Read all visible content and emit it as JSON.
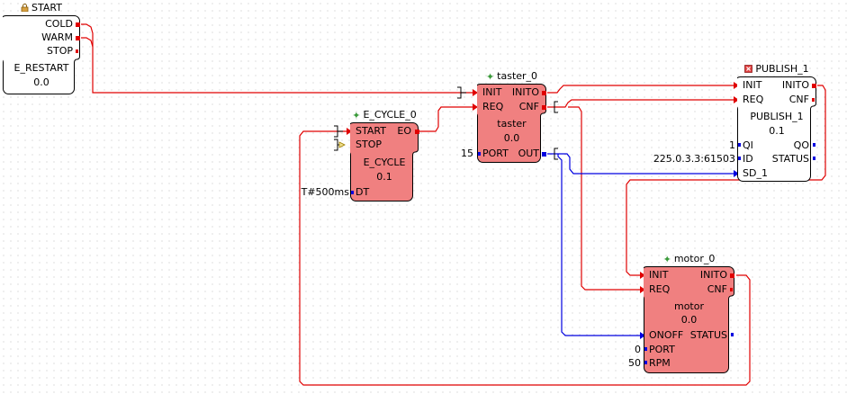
{
  "colors": {
    "event_wire": "#e00000",
    "data_wire": "#0000e0",
    "fb_fill": "#f08080",
    "start_fill": "#ffffff",
    "grid_dot": "#c8c8c8"
  },
  "blocks": {
    "start": {
      "title": "START",
      "title_icon": "lock-icon",
      "outputs": [
        "COLD",
        "WARM",
        "STOP"
      ],
      "type_name": "E_RESTART",
      "version": "0.0"
    },
    "e_cycle": {
      "title": "E_CYCLE_0",
      "title_icon": "plus-icon",
      "inputs": [
        "START",
        "STOP"
      ],
      "outputs": [
        "EO"
      ],
      "type_name": "E_CYCLE",
      "version": "0.1",
      "data_inputs": [
        "DT"
      ],
      "params": [
        "T#500ms"
      ]
    },
    "taster": {
      "title": "taster_0",
      "title_icon": "plus-icon",
      "inputs": [
        "INIT",
        "REQ"
      ],
      "outputs": [
        "INITO",
        "CNF"
      ],
      "type_name": "taster",
      "version": "0.0",
      "data_inputs": [
        "PORT"
      ],
      "data_outputs": [
        "OUT"
      ],
      "params": [
        "15"
      ]
    },
    "publish": {
      "title": "PUBLISH_1",
      "title_icon": "close-box-icon",
      "inputs": [
        "INIT",
        "REQ"
      ],
      "outputs": [
        "INITO",
        "CNF"
      ],
      "type_name": "PUBLISH_1",
      "version": "0.1",
      "data_inputs": [
        "QI",
        "ID",
        "SD_1"
      ],
      "data_outputs": [
        "QO",
        "STATUS"
      ],
      "params": [
        "1",
        "225.0.3.3:61503"
      ]
    },
    "motor": {
      "title": "motor_0",
      "title_icon": "plus-icon",
      "inputs": [
        "INIT",
        "REQ"
      ],
      "outputs": [
        "INITO",
        "CNF"
      ],
      "type_name": "motor",
      "version": "0.0",
      "data_inputs": [
        "ONOFF",
        "PORT",
        "RPM"
      ],
      "data_outputs": [
        "STATUS"
      ],
      "params": [
        "0",
        "50"
      ]
    }
  }
}
